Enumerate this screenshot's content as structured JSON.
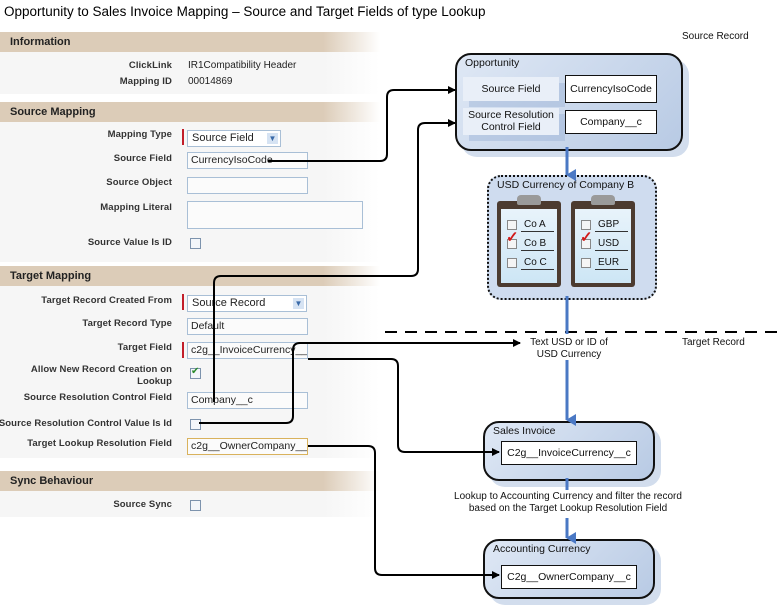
{
  "title": "Opportunity to Sales Invoice Mapping – Source and Target Fields of type Lookup",
  "form": {
    "information": {
      "heading": "Information",
      "clicklink_label": "ClickLink",
      "clicklink_value": "IR1Compatibility Header",
      "mapping_id_label": "Mapping ID",
      "mapping_id_value": "00014869"
    },
    "source_mapping": {
      "heading": "Source Mapping",
      "mapping_type_label": "Mapping Type",
      "mapping_type_value": "Source Field",
      "source_field_label": "Source Field",
      "source_field_value": "CurrencyIsoCode",
      "source_object_label": "Source Object",
      "source_object_value": "",
      "mapping_literal_label": "Mapping Literal",
      "mapping_literal_value": "",
      "source_value_is_id_label": "Source Value Is ID",
      "source_value_is_id_checked": false
    },
    "target_mapping": {
      "heading": "Target Mapping",
      "created_from_label": "Target Record Created From",
      "created_from_value": "Source Record",
      "record_type_label": "Target Record Type",
      "record_type_value": "Default",
      "target_field_label": "Target Field",
      "target_field_value": "c2g__InvoiceCurrency__c",
      "allow_new_label": "Allow New Record Creation on Lookup",
      "allow_new_checked": true,
      "src_res_field_label": "Source Resolution Control Field",
      "src_res_field_value": "Company__c",
      "src_res_is_id_label": "Source Resolution Control Value Is Id",
      "src_res_is_id_checked": false,
      "lookup_res_label": "Target Lookup Resolution Field",
      "lookup_res_value": "c2g__OwnerCompany__c"
    },
    "sync": {
      "heading": "Sync Behaviour",
      "source_sync_label": "Source Sync",
      "source_sync_checked": false
    }
  },
  "diagram": {
    "source_record_label": "Source Record",
    "target_record_label": "Target Record",
    "opportunity": {
      "title": "Opportunity",
      "source_field_label": "Source Field",
      "source_field_value": "CurrencyIsoCode",
      "src_res_label": "Source Resolution Control Field",
      "src_res_value": "Company__c"
    },
    "usd_box": {
      "title": "USD Currency of Company B",
      "companies": [
        {
          "label": "Co A",
          "checked": false
        },
        {
          "label": "Co B",
          "checked": true
        },
        {
          "label": "Co C",
          "checked": false
        }
      ],
      "currencies": [
        {
          "label": "GBP",
          "checked": false
        },
        {
          "label": "USD",
          "checked": true
        },
        {
          "label": "EUR",
          "checked": false
        }
      ]
    },
    "text_usd_note": "Text USD or ID of USD Currency",
    "sales_invoice": {
      "title": "Sales Invoice",
      "field": "C2g__InvoiceCurrency__c"
    },
    "lookup_note": "Lookup to Accounting Currency and filter the record based on the Target Lookup Resolution Field",
    "accounting_currency": {
      "title": "Accounting Currency",
      "field": "C2g__OwnerCompany__c"
    }
  },
  "colors": {
    "section_header": "#dcccb8",
    "required_marker": "#c21e2a",
    "flow_arrow": "#4a78c4",
    "record_box": "#b8cae4"
  }
}
